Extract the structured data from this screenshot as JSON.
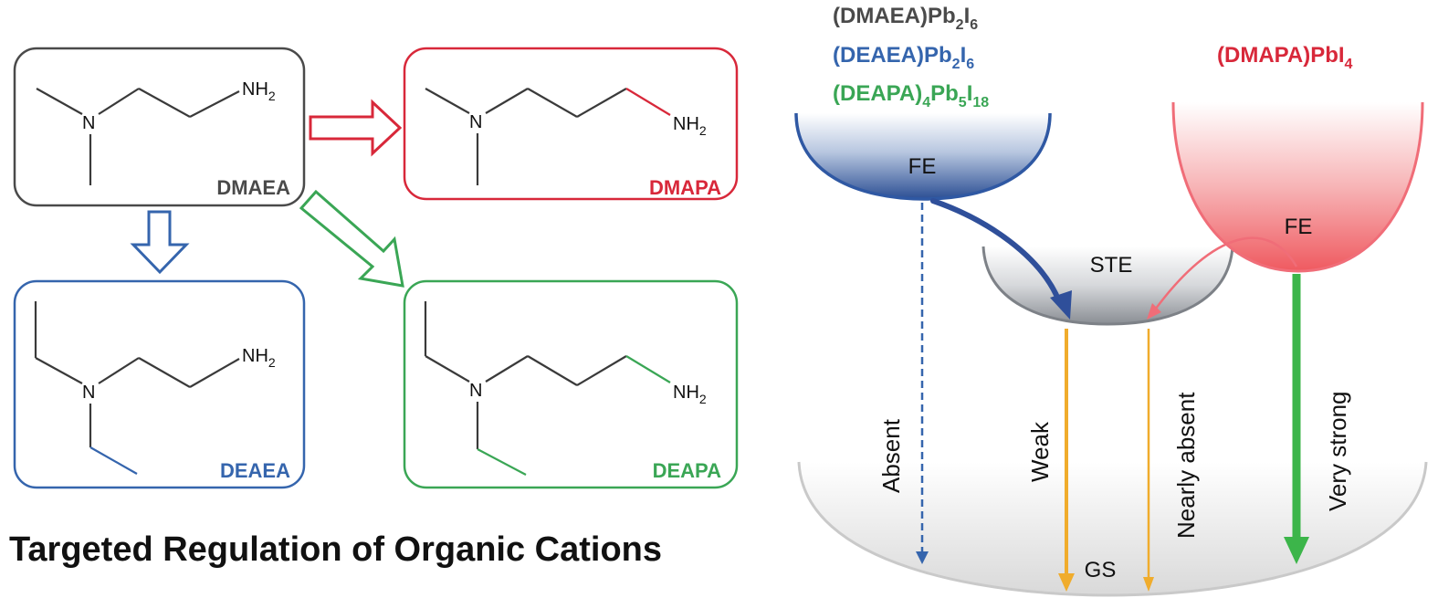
{
  "molecules": {
    "dmaea": "DMAEA",
    "dmapa": "DMAPA",
    "deaea": "DEAEA",
    "deapa": "DEAPA"
  },
  "atoms": {
    "n": "N",
    "nh": "NH",
    "two": "2"
  },
  "formulas": {
    "dmaea": {
      "base": "(DMAEA)Pb",
      "s1": "2",
      "mid": "I",
      "s2": "6"
    },
    "deaea": {
      "base": "(DEAEA)Pb",
      "s1": "2",
      "mid": "I",
      "s2": "6"
    },
    "deapa": {
      "pre": "(DEAPA)",
      "s0": "4",
      "base": "Pb",
      "s1": "5",
      "mid": "I",
      "s2": "18"
    },
    "dmapa": {
      "base": "(DMAPA)PbI",
      "s1": "4"
    }
  },
  "states": {
    "fe_left": "FE",
    "ste": "STE",
    "fe_right": "FE",
    "gs": "GS"
  },
  "transitions": {
    "absent": "Absent",
    "weak": "Weak",
    "nearly_absent": "Nearly absent",
    "very_strong": "Very strong"
  },
  "caption": "Targeted Regulation of Organic Cations",
  "colors": {
    "gray": "#4a4a4a",
    "red": "#d8283a",
    "blue": "#3565ad",
    "green": "#3aa655",
    "orange": "#f0ac2c",
    "bright_green": "#3cb54a"
  }
}
